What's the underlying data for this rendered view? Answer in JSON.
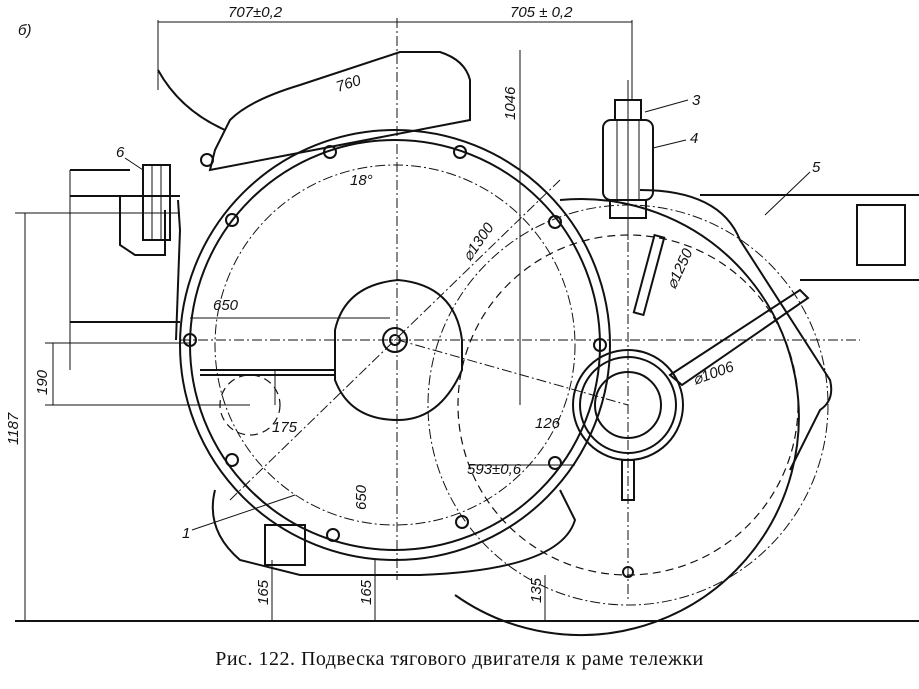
{
  "figure_letter": "б)",
  "caption": "Рис. 122. Подвеска тягового двигателя к раме тележки",
  "dimensions": {
    "top_left": "707±0,2",
    "top_right": "705 ± 0,2",
    "cap_length": "760",
    "height_1046": "1046",
    "angle": "18°",
    "dia_1300": "⌀1300",
    "dia_1250": "⌀1250",
    "dia_1006": "⌀1006",
    "horiz_650": "650",
    "vert_190": "190",
    "r_175": "175",
    "r_126": "126",
    "center_distance": "593±0,6",
    "vert_650": "650",
    "total_height": "1187",
    "clearance_a": "165",
    "clearance_b": "165",
    "clearance_c": "135"
  },
  "callouts": [
    "1",
    "3",
    "4",
    "5",
    "6"
  ]
}
